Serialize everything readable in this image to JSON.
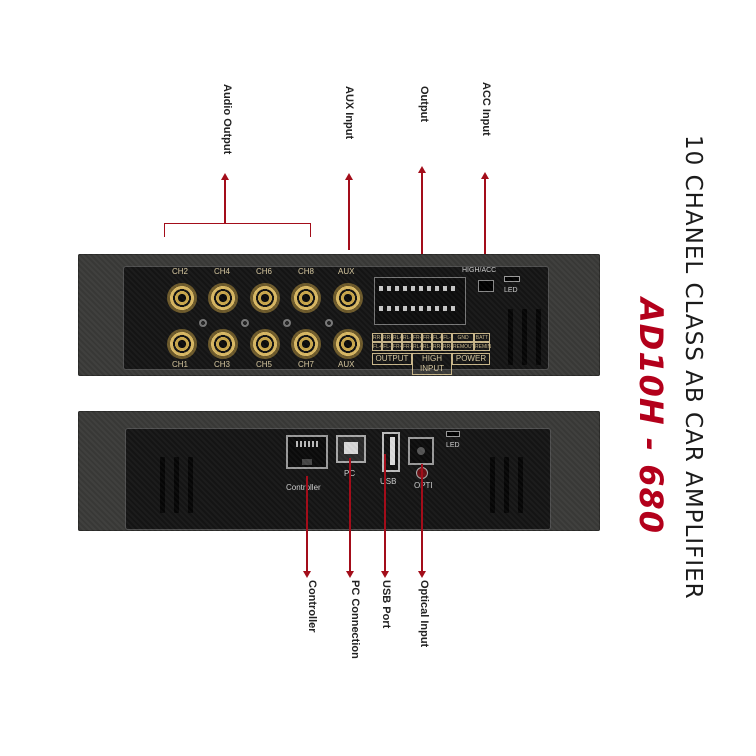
{
  "title": {
    "line1": "10 CHANEL CLASS AB CAR AMPLIFIER",
    "model": "AD10H - 680"
  },
  "top_callouts": {
    "audio_output": "Audio Output",
    "aux_input": "AUX Input",
    "output": "Output",
    "acc_input": "ACC Input"
  },
  "bottom_callouts": {
    "controller": "Controller",
    "pc_connection": "PC Connection",
    "usb_port": "USB Port",
    "optical_input": "Optical Input"
  },
  "front_panel": {
    "top_row_labels": [
      "CH2",
      "CH4",
      "CH6",
      "CH8",
      "AUX"
    ],
    "bottom_row_labels": [
      "CH1",
      "CH3",
      "CH5",
      "CH7",
      "AUX"
    ],
    "high_acc": "HIGH/ACC",
    "led": "LED",
    "terminals_top": [
      "RR+",
      "RR-",
      "RL+",
      "RL-",
      "FR+",
      "FR-",
      "FL+",
      "FL-",
      "GND",
      "BATT"
    ],
    "terminals_bottom": [
      "FL+",
      "FL-",
      "FR+",
      "FR-",
      "RL+",
      "RL-",
      "RR+",
      "RR-",
      "REMOUT",
      "REMIN"
    ],
    "section_output": "OUTPUT",
    "section_high_input": "HIGH INPUT",
    "section_power": "POWER"
  },
  "rear_panel": {
    "controller": "Controller",
    "pc": "PC",
    "usb": "USB",
    "opti": "OPTI",
    "led": "LED"
  },
  "colors": {
    "accent_red": "#a30d1a",
    "model_red": "#b3001b"
  }
}
